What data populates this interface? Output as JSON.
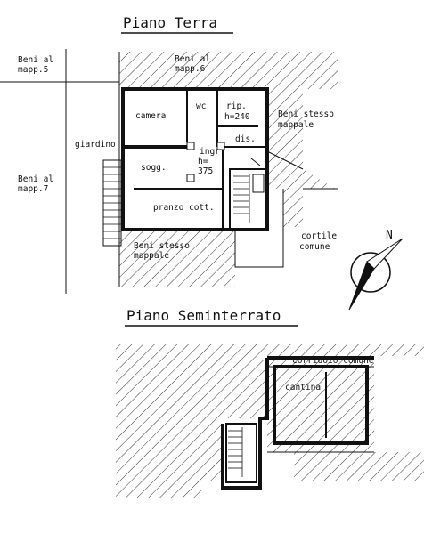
{
  "titles": {
    "ground_floor": "Piano Terra",
    "basement": "Piano Seminterrato"
  },
  "ground_floor": {
    "neighbor_top_left": [
      "Beni al",
      "mapp.5"
    ],
    "neighbor_top": [
      "Beni al",
      "mapp.6"
    ],
    "neighbor_left": [
      "Beni al",
      "mapp.7"
    ],
    "garden": "giardino",
    "same_parcel_right": [
      "Beni stesso",
      "mappale"
    ],
    "same_parcel_bottom": [
      "Beni stesso",
      "mappale"
    ],
    "courtyard": [
      "cortile",
      "comune"
    ],
    "rooms": {
      "bedroom": "camera",
      "wc": "wc",
      "storage": [
        "rip.",
        "h=240"
      ],
      "closet": "dis.",
      "entrance": [
        "ingr.",
        "h=",
        "375"
      ],
      "living": "sogg.",
      "dining_kitchen": "pranzo cott."
    }
  },
  "basement": {
    "corridor": "corridoio comune",
    "cellar": "cantina"
  },
  "compass": {
    "north_label": "N"
  },
  "colors": {
    "ink": "#111111",
    "hatch": "#333333",
    "paper": "#ffffff"
  }
}
